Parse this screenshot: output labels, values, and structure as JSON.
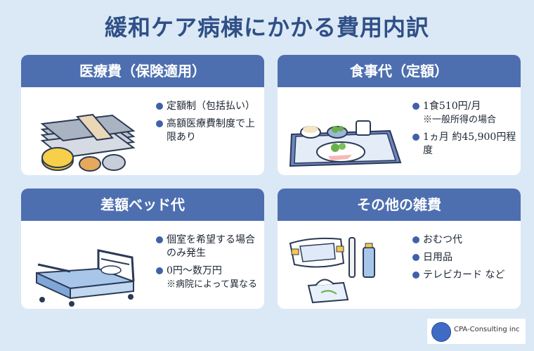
{
  "title": "緩和ケア病棟にかかる費用内訳",
  "cards": [
    {
      "heading": "医療費（保険適用）",
      "bullets": [
        {
          "text": "定額制（包括払い）",
          "sub": ""
        },
        {
          "text": "高額医療費制度で上限あり",
          "sub": ""
        }
      ],
      "icon": "money-icon"
    },
    {
      "heading": "食事代（定額）",
      "bullets": [
        {
          "text": "1食510円/月",
          "sub": "※一般所得の場合"
        },
        {
          "text": "1ヵ月 約45,900円程度",
          "sub": ""
        }
      ],
      "icon": "meal-tray-icon"
    },
    {
      "heading": "差額ベッド代",
      "bullets": [
        {
          "text": "個室を希望する場合のみ発生",
          "sub": ""
        },
        {
          "text": "0円〜数万円",
          "sub": "※病院によって異なる"
        }
      ],
      "icon": "hospital-bed-icon"
    },
    {
      "heading": "その他の雑費",
      "bullets": [
        {
          "text": "おむつ代",
          "sub": ""
        },
        {
          "text": "日用品",
          "sub": ""
        },
        {
          "text": "テレビカード など",
          "sub": ""
        }
      ],
      "icon": "daily-goods-icon"
    }
  ],
  "logo": {
    "text": "CPA-Consulting inc"
  },
  "colors": {
    "accent": "#4d6fb0",
    "background": "#dbe9f6",
    "title": "#2f4f86"
  }
}
